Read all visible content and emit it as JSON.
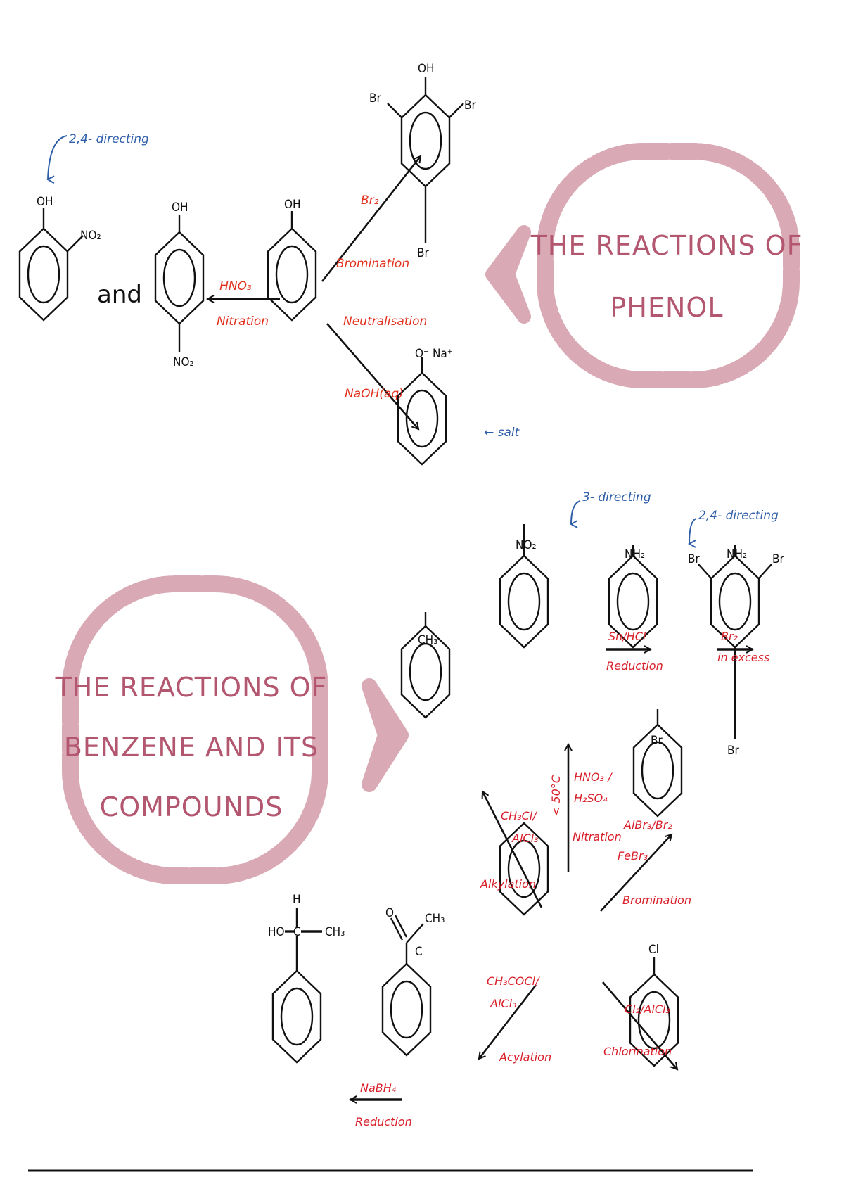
{
  "colors": {
    "bubble": "#d9aab6",
    "title": "#b3566f",
    "reagent": "#e2321f",
    "reagent2": "#d81f2a",
    "note": "#2e5ea8",
    "ink": "#111111"
  },
  "phenol": {
    "title_line1": "THE REACTIONS OF",
    "title_line2": "PHENOL",
    "note_directing": "2,4- directing",
    "and": "and",
    "oh": "OH",
    "no2": "NO₂",
    "br": "Br",
    "o_na": "O⁻ Na⁺",
    "nitration_reagent": "HNO₃",
    "nitration_label": "Nitration",
    "bromination_reagent": "Br₂",
    "bromination_label": "Bromination",
    "neutralisation_label": "Neutralisation",
    "neutralisation_reagent": "NaOH(aq)",
    "salt_note": "← salt"
  },
  "benzene": {
    "title_line1": "THE REACTIONS OF",
    "title_line2": "BENZENE AND ITS",
    "title_line3": "COMPOUNDS",
    "note_3_directing": "3- directing",
    "note_24_directing": "2,4- directing",
    "no2": "NO₂",
    "nh2": "NH₂",
    "ch3": "CH₃",
    "br": "Br",
    "cl": "Cl",
    "o": "O",
    "c": "C",
    "h": "H",
    "ho": "HO",
    "reduction_reagent": "Sn/HCl",
    "reduction_label": "Reduction",
    "br2_excess_reagent": "Br₂",
    "br2_excess_label": "in excess",
    "nitration_reagent1": "HNO₃ /",
    "nitration_reagent2": "H₂SO₄",
    "nitration_temp": "< 50°C",
    "nitration_label": "Nitration",
    "alkylation_reagent1": "CH₃Cl/",
    "alkylation_reagent2": "AlCl₃",
    "alkylation_label": "Alkylation",
    "bromination_reagent1": "AlBr₃/Br₂",
    "bromination_reagent2": "FeBr₃",
    "bromination_label": "Bromination",
    "acylation_reagent1": "CH₃COCl/",
    "acylation_reagent2": "AlCl₃",
    "acylation_label": "Acylation",
    "chlorination_reagent": "Cl₂/AlCl₃",
    "chlorination_label": "Chlorination",
    "nabh4_reagent": "NaBH₄",
    "nabh4_label": "Reduction"
  }
}
